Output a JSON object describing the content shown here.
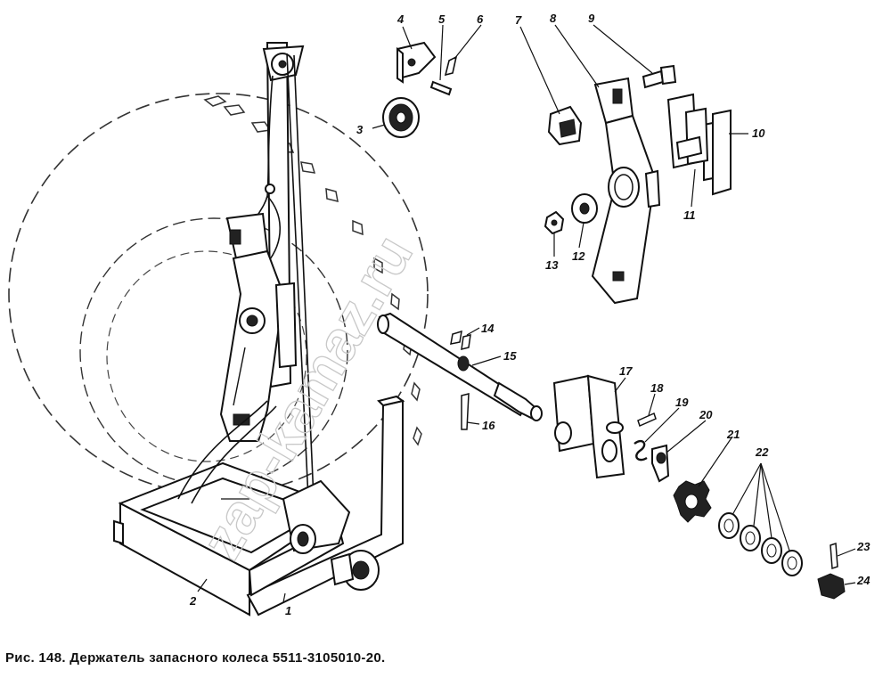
{
  "figure": {
    "caption": "Рис. 148. Держатель запасного колеса 5511-3105010-20.",
    "watermark": "zap-kamaz.ru",
    "labels": [
      "1",
      "2",
      "3",
      "4",
      "5",
      "6",
      "7",
      "8",
      "9",
      "10",
      "11",
      "12",
      "13",
      "14",
      "15",
      "16",
      "17",
      "18",
      "19",
      "20",
      "21",
      "22",
      "23",
      "24"
    ]
  }
}
